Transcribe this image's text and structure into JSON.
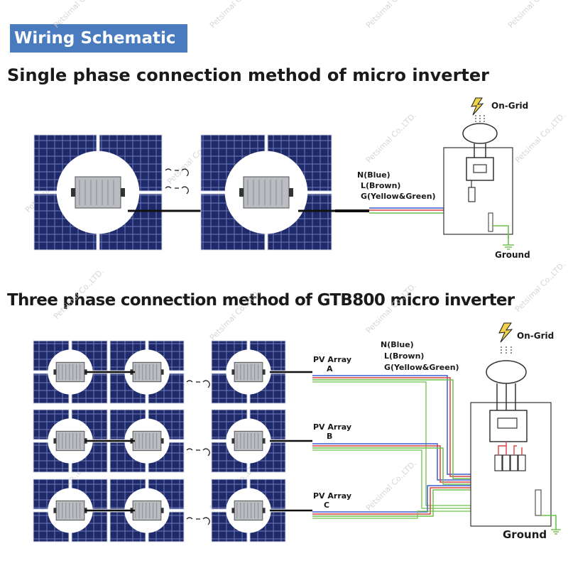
{
  "badge": {
    "text": "Wiring Schematic",
    "color": "#4a7bbf"
  },
  "headings": {
    "single": "Single phase connection method of micro inverter",
    "three": "Three phase connection method of GTB800 micro inverter"
  },
  "single": {
    "wire_labels": [
      "N(Blue)",
      "L(Brown)",
      "G(Yellow&Green)"
    ],
    "on_grid": "On-Grid",
    "ground": "Ground"
  },
  "three": {
    "wire_labels": [
      "N(Blue)",
      "L(Brown)",
      "G(Yellow&Green)"
    ],
    "arrays": [
      {
        "title": "PV Array",
        "letter": "A"
      },
      {
        "title": "PV Array",
        "letter": "B"
      },
      {
        "title": "PV Array",
        "letter": "C"
      }
    ],
    "on_grid": "On-Grid",
    "ground": "Ground"
  },
  "watermark": "Petsimal Co.,LTD.",
  "colors": {
    "panel": "#1f2a6b",
    "panel_grid": "#6f7bb8",
    "wire_blue": "#3b5bd6",
    "wire_brown": "#d9413c",
    "wire_green": "#6cc24a",
    "wire_yellow": "#f2d24a"
  },
  "icons": [
    "lightning-icon",
    "ground-icon",
    "dots-connector-icon"
  ]
}
